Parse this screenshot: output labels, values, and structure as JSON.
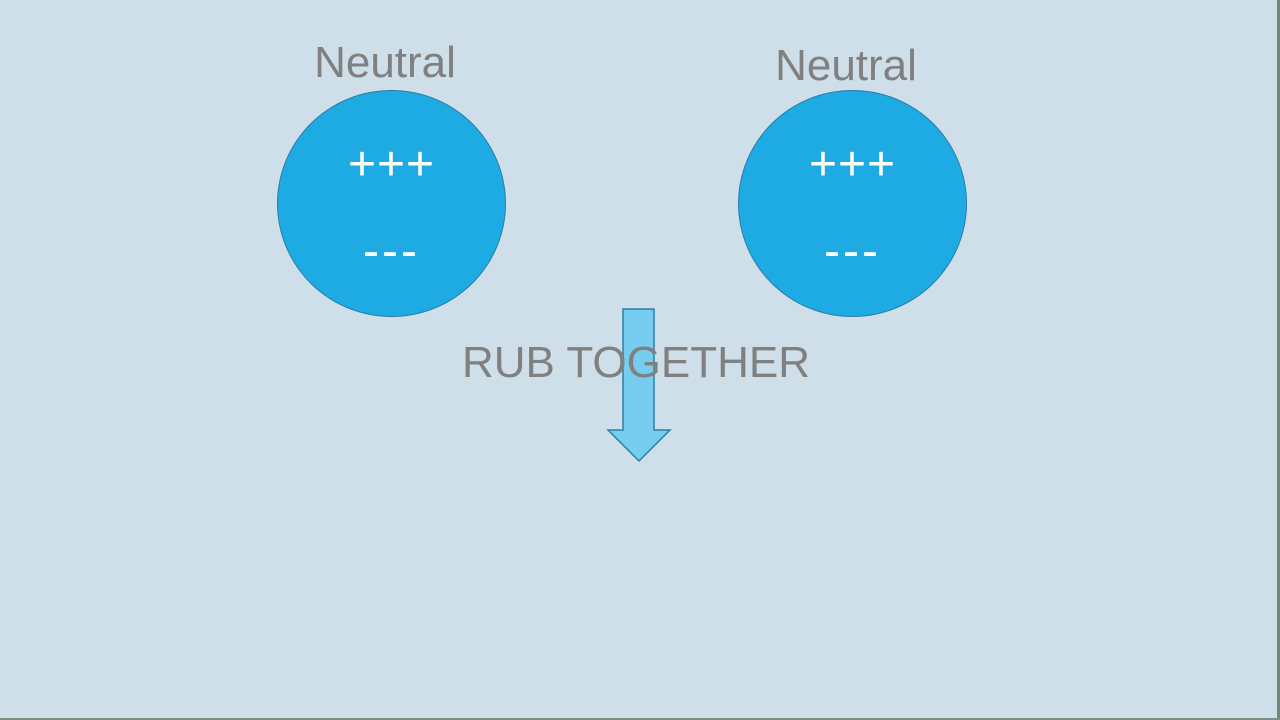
{
  "left_object": {
    "label": "Neutral",
    "positive_charges": "+++",
    "negative_charges": "---"
  },
  "right_object": {
    "label": "Neutral",
    "positive_charges": "+++",
    "negative_charges": "---"
  },
  "action": {
    "text": "RUB TOGETHER"
  },
  "colors": {
    "background": "#cfdfe9",
    "object_fill": "#1eaae2",
    "object_border": "#2a7ea8",
    "arrow_fill": "#76cdef",
    "arrow_border": "#2a7ea8",
    "label_text": "#808080",
    "charge_text": "#ffffff"
  },
  "icons": {
    "process_arrow": "down-arrow-icon"
  }
}
